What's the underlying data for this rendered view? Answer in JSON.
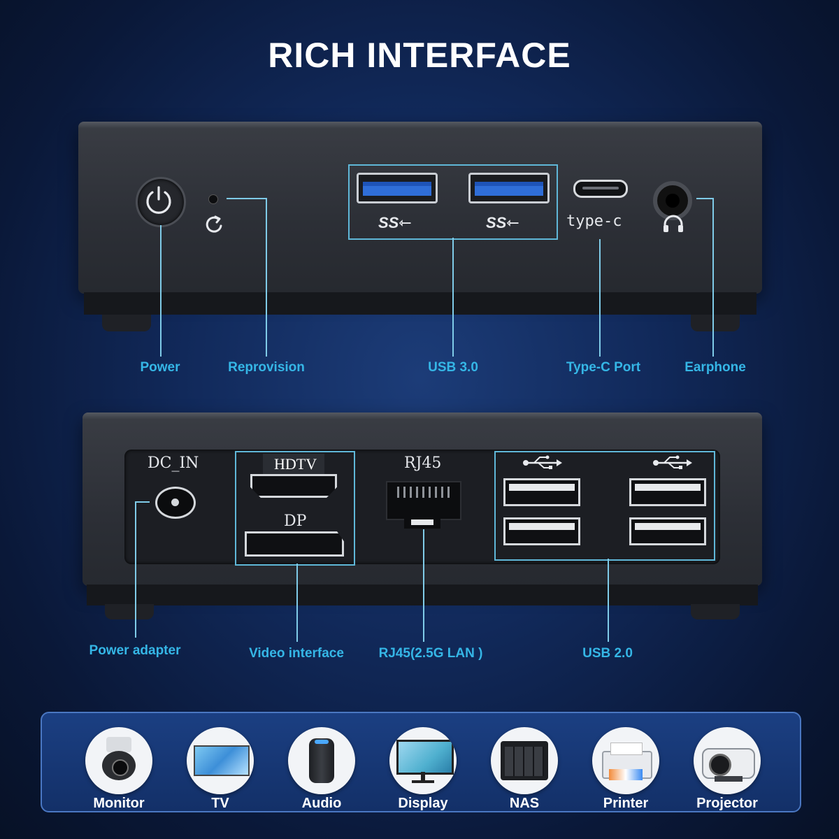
{
  "title": "RICH INTERFACE",
  "front_panel": {
    "usb_logo": "SS",
    "typec_text": "type-c",
    "labels": [
      "Power",
      "Reprovision",
      "USB 3.0",
      "Type-C Port",
      "Earphone"
    ]
  },
  "back_panel": {
    "dc_in": "DC_IN",
    "hdtv": "HDTV",
    "dp": "DP",
    "rj45": "RJ45",
    "labels": [
      "Power adapter",
      "Video interface",
      "RJ45(2.5G LAN )",
      "USB 2.0"
    ]
  },
  "peripherals": [
    "Monitor",
    "TV",
    "Audio",
    "Display",
    "NAS",
    "Printer",
    "Projector"
  ],
  "colors": {
    "accent": "#35b6e6",
    "line": "#7fcbe8",
    "background": "#11295a"
  }
}
